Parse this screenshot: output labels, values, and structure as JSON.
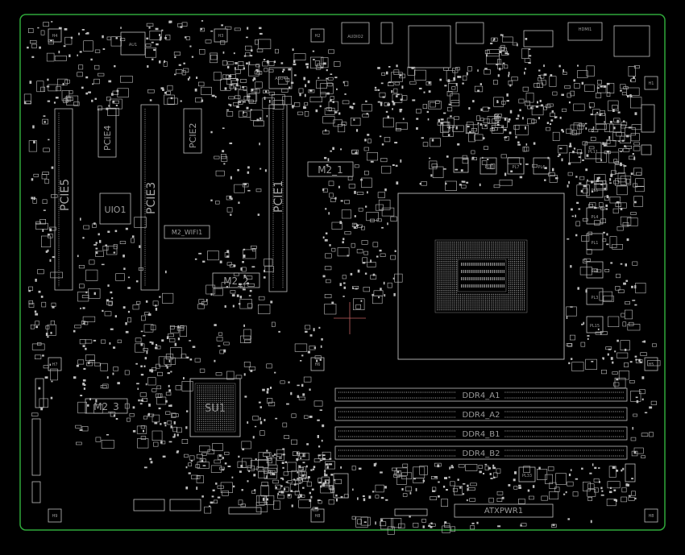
{
  "colors": {
    "background": "#000000",
    "outline": "#2fa83a",
    "silkscreen": "#bdbdbd",
    "label": "#9a9a9a",
    "cursor": "#c06060"
  },
  "labels": {
    "pcie1": "PCIE1",
    "pcie2": "PCIE2",
    "pcie3": "PCIE3",
    "pcie4": "PCIE4",
    "pcie5": "PCIE5",
    "uio1": "UIO1",
    "m2_1": "M2_1",
    "m2_2": "M2_2",
    "m2_3": "M2_3",
    "m2_wifi1": "M2_WIFI1",
    "su1": "SU1",
    "au1": "AU1",
    "asu4": "ASU4",
    "audio2": "AUDIO2",
    "hdmi1": "HDMI1",
    "ddr4_a1": "DDR4_A1",
    "ddr4_a2": "DDR4_A2",
    "ddr4_b1": "DDR4_B1",
    "ddr4_b2": "DDR4_B2",
    "atxpwr1": "ATXPWR1",
    "h1": "H1",
    "h2": "H2",
    "h3": "H3",
    "h4": "H4",
    "h5": "H5",
    "h6": "H6",
    "h7": "H7",
    "h8": "H8",
    "h9": "H9",
    "pl1": "PL1",
    "pl2": "PL2",
    "pl3": "PL3",
    "pl4": "PL4",
    "pl5": "PL5",
    "pl6": "PL6",
    "pl7": "PL7",
    "pl8": "PL8",
    "pl11": "PL11",
    "pl15": "PL15",
    "pl33": "PL33"
  }
}
